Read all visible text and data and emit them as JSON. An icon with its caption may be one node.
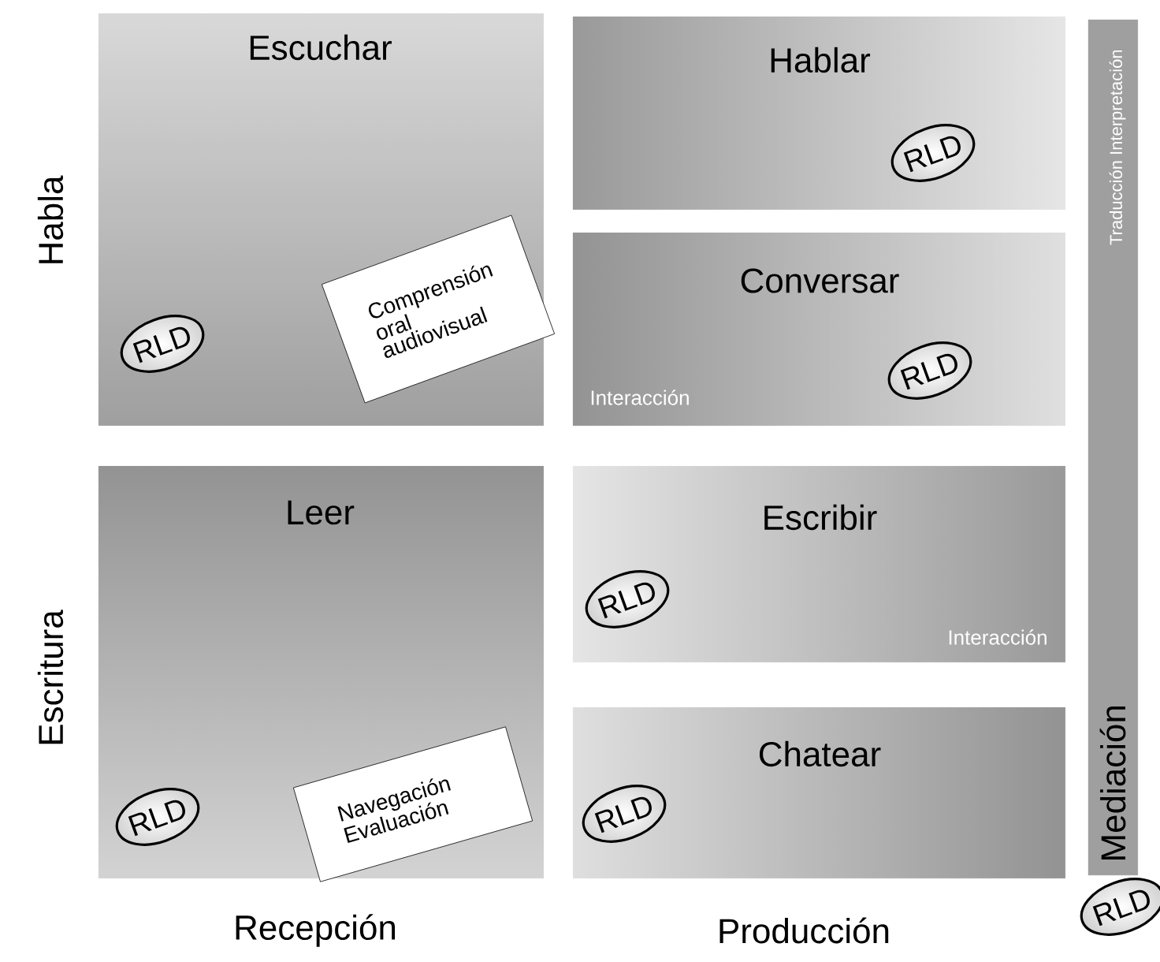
{
  "diagram": {
    "nodes": [
      {
        "text": [
          "Escuchar"
        ]
      },
      {
        "text": [
          "RLD"
        ],
        "in": 0
      },
      {
        "text": [
          "Comprensión oral audiovisual"
        ],
        "in": 0
      },
      {
        "text": [
          "Hablar"
        ]
      },
      {
        "text": [
          "RLD"
        ],
        "in": 3
      },
      {
        "text": [
          "Conversar",
          "Interacción"
        ]
      },
      {
        "text": [
          "RLD"
        ],
        "in": 5
      },
      {
        "text": [
          "Leer"
        ]
      },
      {
        "text": [
          "RLD"
        ],
        "in": 7
      },
      {
        "text": [
          "Navegación Evaluación"
        ],
        "in": 7
      },
      {
        "text": [
          "Escribir",
          "Interacción"
        ]
      },
      {
        "text": [
          "RLD"
        ],
        "in": 10
      },
      {
        "text": [
          "Chatear"
        ]
      },
      {
        "text": [
          "RLD"
        ],
        "in": 12
      },
      {
        "text": [
          "Mediación",
          "Traducción Interpretación"
        ]
      },
      {
        "text": [
          "RLD"
        ]
      }
    ],
    "labels": [
      "Habla",
      "Escritura",
      "Recepción",
      "Producción"
    ]
  }
}
